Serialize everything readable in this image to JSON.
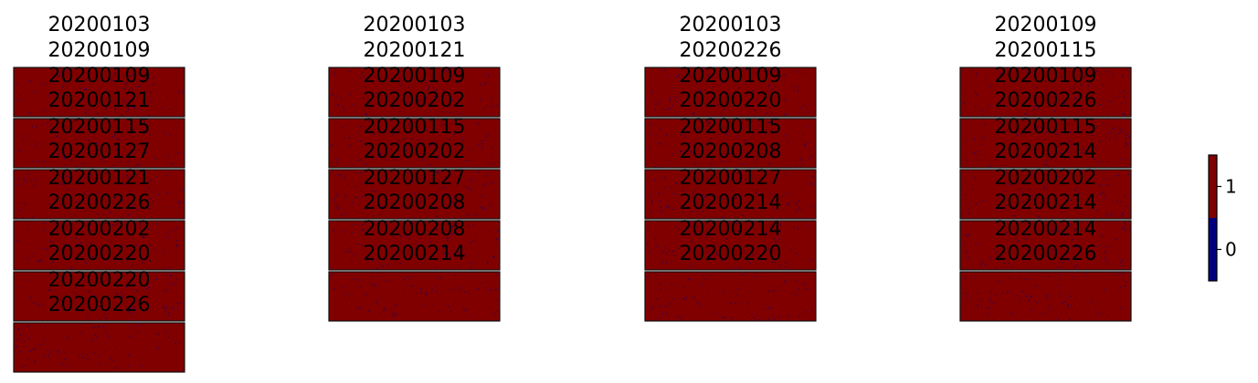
{
  "chart_data": {
    "type": "heatmap",
    "description_note": "",
    "panels": [
      {
        "title_lines": [
          "20200103",
          "20200109"
        ],
        "pairs": [
          [
            "20200109",
            "20200121"
          ],
          [
            "20200115",
            "20200127"
          ],
          [
            "20200121",
            "20200226"
          ],
          [
            "20200202",
            "20200220"
          ],
          [
            "20200220",
            "20200226"
          ],
          [
            "",
            ""
          ]
        ]
      },
      {
        "title_lines": [
          "20200103",
          "20200121"
        ],
        "pairs": [
          [
            "20200109",
            "20200202"
          ],
          [
            "20200115",
            "20200202"
          ],
          [
            "20200127",
            "20200208"
          ],
          [
            "20200208",
            "20200214"
          ],
          [
            "",
            ""
          ]
        ]
      },
      {
        "title_lines": [
          "20200103",
          "20200226"
        ],
        "pairs": [
          [
            "20200109",
            "20200220"
          ],
          [
            "20200115",
            "20200208"
          ],
          [
            "20200127",
            "20200214"
          ],
          [
            "20200214",
            "20200220"
          ],
          [
            "",
            ""
          ]
        ]
      },
      {
        "title_lines": [
          "20200109",
          "20200115"
        ],
        "pairs": [
          [
            "20200109",
            "20200226"
          ],
          [
            "20200115",
            "20200214"
          ],
          [
            "20200202",
            "20200214"
          ],
          [
            "20200214",
            "20200226"
          ],
          [
            "",
            ""
          ]
        ]
      }
    ],
    "colorbar": {
      "ticks": [
        {
          "value": 1,
          "label": "1"
        },
        {
          "value": 0,
          "label": "0"
        }
      ],
      "colors": {
        "1": "#800000",
        "0": "#000080"
      },
      "range": [
        -0.5,
        1.5
      ]
    },
    "cell_fill_value": 1,
    "speckle_value": 0
  }
}
